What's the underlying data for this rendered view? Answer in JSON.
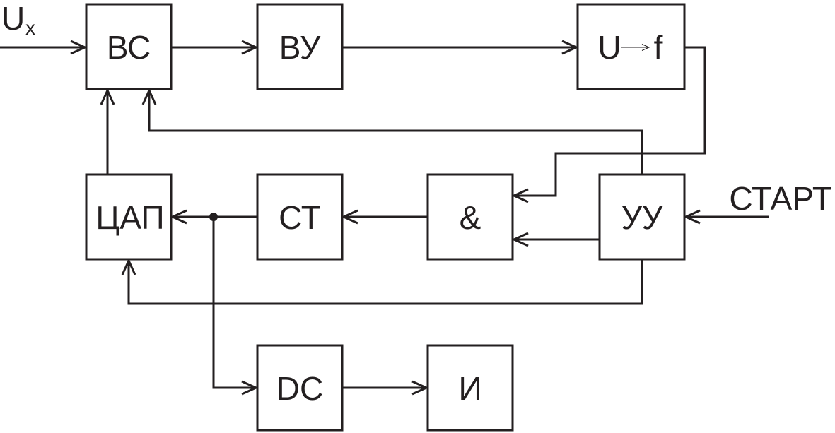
{
  "blocks": {
    "vs": "ВС",
    "vu": "ВУ",
    "uf_u": "U",
    "uf_f": "f",
    "tsap": "ЦАП",
    "st": "СТ",
    "and": "&",
    "uu": "УУ",
    "dc": "DC",
    "i": "И"
  },
  "inputs": {
    "ux_main": "U",
    "ux_sub": "x",
    "start": "СТАРТ"
  },
  "colors": {
    "ink": "#231f20",
    "background": "#ffffff"
  }
}
